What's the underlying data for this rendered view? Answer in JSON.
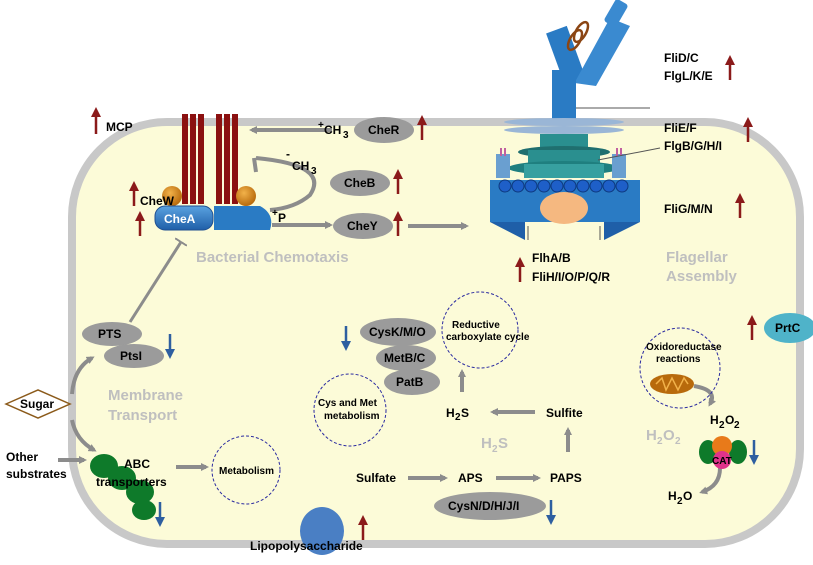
{
  "sections": {
    "chemotaxis": "Bacterial Chemotaxis",
    "flagellar_1": "Flagellar",
    "flagellar_2": "Assembly",
    "membrane_1": "Membrane",
    "membrane_2": "Transport",
    "h2s": "H",
    "h2s_sub": "2",
    "h2s_end": "S",
    "h2o2": "H",
    "h2o2_sub": "2",
    "h2o2_mid": "O",
    "h2o2_sub2": "2"
  },
  "chemotaxis": {
    "mcp": "MCP",
    "cher": "CheR",
    "cheb": "CheB",
    "chey": "CheY",
    "chew": "CheW",
    "chea": "CheA",
    "ch3_plus": "+",
    "ch3_plus_label": "CH",
    "ch3_plus_sub": "3",
    "ch3_minus": "-",
    "ch3_minus_label": "CH",
    "ch3_minus_sub": "3",
    "phos": "+",
    "phos_label": "P"
  },
  "flagellar": {
    "flid": "FliD/C",
    "flgl": "FlgL/K/E",
    "flie": "FliE/F",
    "flgb": "FlgB/G/H/I",
    "flig": "FliG/M/N",
    "flha": "FlhA/B",
    "flih": "FliH/I/O/P/Q/R"
  },
  "membrane_transport": {
    "pts": "PTS",
    "ptsi": "PtsI",
    "sugar": "Sugar",
    "other_1": "Other",
    "other_2": "substrates",
    "abc_1": "ABC",
    "abc_2": "transporters",
    "metabolism": "Metabolism",
    "lps": "Lipopolysaccharide"
  },
  "sulfur": {
    "cysk": "CysK/M/O",
    "metb": "MetB/C",
    "patb": "PatB",
    "reductive_1": "Reductive",
    "reductive_2": "carboxylate cycle",
    "cysmet_1": "Cys and Met",
    "cysmet_2": "metabolism",
    "h2s_1": "H",
    "h2s_2": "2",
    "h2s_3": "S",
    "sulfite": "Sulfite",
    "sulfate": "Sulfate",
    "aps": "APS",
    "paps": "PAPS",
    "cysn": "CysN/D/H/J/I"
  },
  "oxidative": {
    "prtc": "PrtC",
    "oxido_1": "Oxidoreductase",
    "oxido_2": "reactions",
    "h2o2_1": "H",
    "h2o2_2": "2",
    "h2o2_3": "O",
    "h2o2_4": "2",
    "cat": "CAT",
    "h2o_1": "H",
    "h2o_2": "2",
    "h2o_3": "O"
  },
  "colors": {
    "cell_fill": "#fcfbd8",
    "membrane": "#c8c8c8",
    "up_arrow": "#8b1a1a",
    "down_arrow": "#2e5fa0",
    "flow_arrow": "#8c8c8c",
    "protein_gray": "#9b9b9b",
    "flagellum_blue": "#2a7bc4",
    "flagellum_teal": "#2a8f8f",
    "mcp_red": "#8b1010",
    "abc_green": "#0e7a2a",
    "lps_blue": "#4a7fc4",
    "prtc_blue": "#4fb3c9",
    "cat_orange": "#e87a1a",
    "cat_pink": "#e0338a",
    "sugar_brown": "#8b5a1a"
  }
}
